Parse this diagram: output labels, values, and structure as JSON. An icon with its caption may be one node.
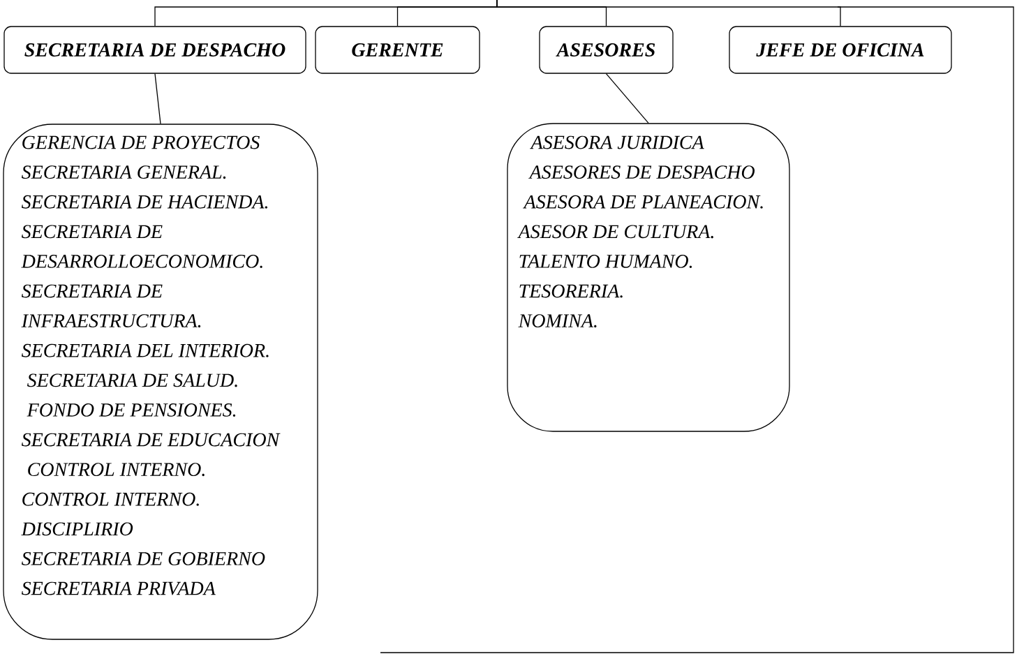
{
  "diagram": {
    "nodes": [
      {
        "text": [
          "SECRETARIA DE DESPACHO"
        ]
      },
      {
        "text": [
          "GERENTE"
        ]
      },
      {
        "text": [
          "ASESORES"
        ]
      },
      {
        "text": [
          "JEFE DE OFICINA"
        ]
      },
      {
        "text": [
          "GERENCIA DE PROYECTOS",
          "SECRETARIA GENERAL.",
          "SECRETARIA DE HACIENDA.",
          "SECRETARIA DE DESARROLLOECONOMICO.",
          "SECRETARIA DE INFRAESTRUCTURA.",
          "SECRETARIA DEL INTERIOR.",
          "SECRETARIA DE SALUD.",
          "FONDO DE PENSIONES.",
          "SECRETARIA DE EDUCACION",
          "CONTROL INTERNO.",
          "CONTROL INTERNO.",
          "DISCIPLIRIO",
          "SECRETARIA DE GOBIERNO",
          "SECRETARIA PRIVADA"
        ]
      },
      {
        "text": [
          "ASESORA JURIDICA",
          "ASESORES DE DESPACHO",
          "ASESORA DE PLANEACION.",
          "ASESOR DE CULTURA.",
          "TALENTO HUMANO.",
          "TESORERIA.",
          "NOMINA."
        ]
      }
    ],
    "edges": [
      {
        "from": null,
        "to": 0,
        "arrow": "none"
      },
      {
        "from": null,
        "to": 1,
        "arrow": "none"
      },
      {
        "from": null,
        "to": 2,
        "arrow": "none"
      },
      {
        "from": null,
        "to": 3,
        "arrow": "none"
      },
      {
        "from": 0,
        "to": 4,
        "arrow": "none"
      },
      {
        "from": 2,
        "to": 5,
        "arrow": "none"
      }
    ]
  }
}
